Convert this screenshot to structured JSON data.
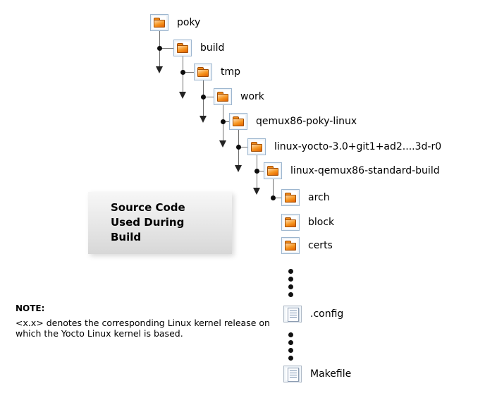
{
  "diagram": {
    "title_box": {
      "lines": [
        "Source Code",
        "Used During",
        "Build"
      ]
    },
    "note": {
      "label": "NOTE:",
      "text_line1": "<x.x> denotes the corresponding Linux kernel release on",
      "text_line2": "which the Yocto Linux kernel is based."
    },
    "nodes": [
      {
        "label": "poky",
        "type": "folder"
      },
      {
        "label": "build",
        "type": "folder"
      },
      {
        "label": "tmp",
        "type": "folder"
      },
      {
        "label": "work",
        "type": "folder"
      },
      {
        "label": "qemux86-poky-linux",
        "type": "folder"
      },
      {
        "label": "linux-yocto-3.0+git1+ad2....3d-r0",
        "type": "folder"
      },
      {
        "label": "linux-qemux86-standard-build",
        "type": "folder"
      },
      {
        "label": "arch",
        "type": "folder"
      },
      {
        "label": "block",
        "type": "folder"
      },
      {
        "label": "certs",
        "type": "folder"
      },
      {
        "label": ".config",
        "type": "file"
      },
      {
        "label": "Makefile",
        "type": "file"
      }
    ]
  }
}
